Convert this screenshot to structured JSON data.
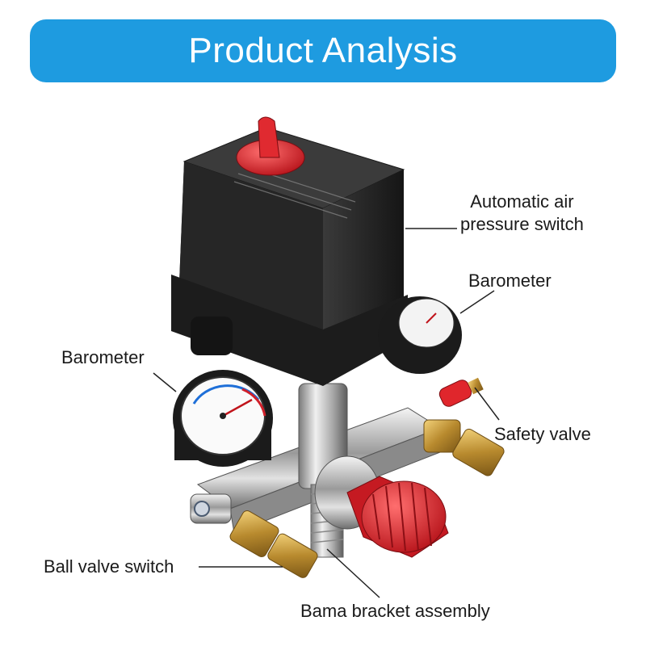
{
  "banner": {
    "title": "Product Analysis",
    "color": "#1e9be0"
  },
  "callouts": {
    "air_switch_line1": "Automatic air",
    "air_switch_line2": "pressure switch",
    "barometer_right": "Barometer",
    "barometer_left": "Barometer",
    "safety_valve": "Safety valve",
    "ball_valve": "Ball valve switch",
    "bracket": "Bama bracket assembly"
  },
  "icons": [
    "pressure-switch-housing",
    "red-knob",
    "pressure-gauge",
    "safety-valve",
    "brass-fitting",
    "red-regulator-knob",
    "ball-valve"
  ]
}
